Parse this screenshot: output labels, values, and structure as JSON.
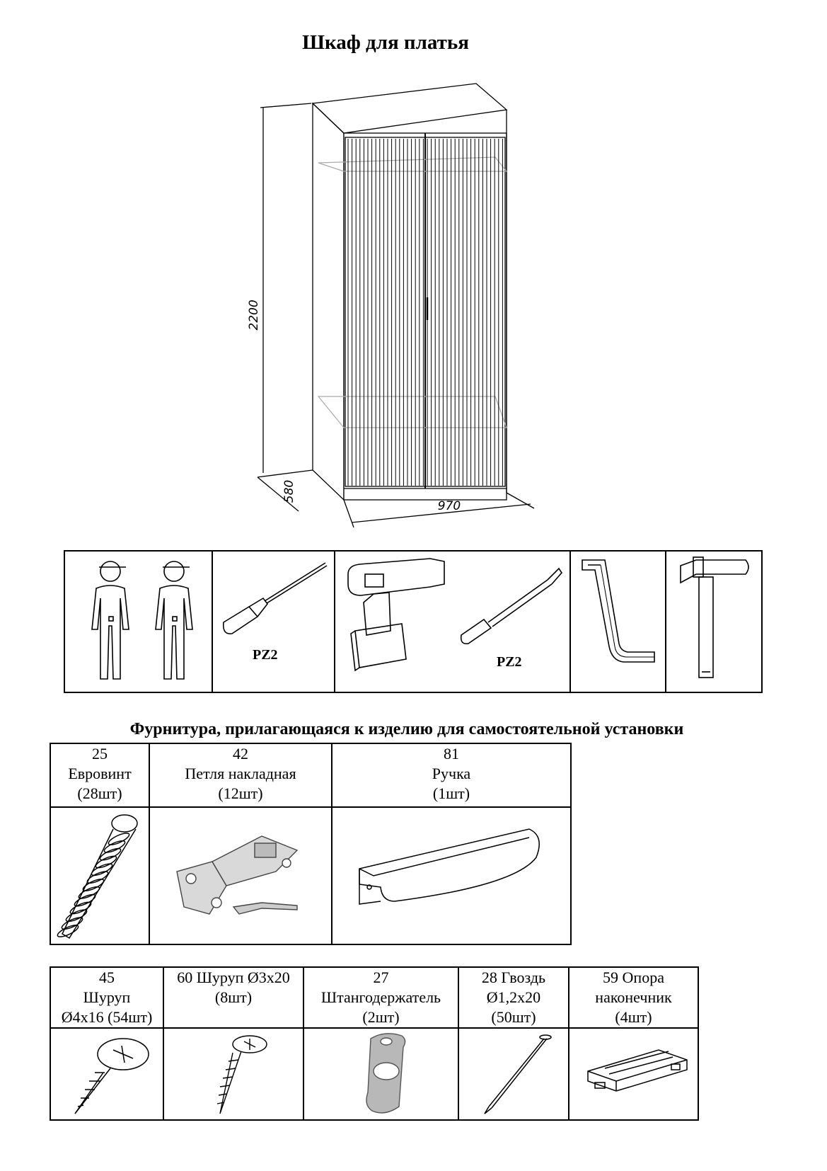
{
  "page": {
    "title": "Шкаф для платья",
    "dimensions": {
      "height": "2200",
      "depth": "580",
      "width": "970"
    }
  },
  "tools": {
    "screwdriver_bit": "PZ2",
    "drill_bit": "PZ2",
    "icons": [
      "two-workers-icon",
      "screwdriver-icon",
      "cordless-drill-icon",
      "drill-bit-icon",
      "hex-key-icon",
      "hammer-icon"
    ]
  },
  "hardware_section": {
    "title": "Фурнитура, прилагающаяся к изделию для самостоятельной установки"
  },
  "hardware_top": [
    {
      "lines": [
        "25",
        "Евровинт",
        "(28шт)"
      ],
      "icon": "eurobolt-icon"
    },
    {
      "lines": [
        "42",
        "Петля накладная",
        "(12шт)"
      ],
      "icon": "hinge-icon"
    },
    {
      "lines": [
        "81",
        "Ручка",
        "(1шт)"
      ],
      "icon": "handle-icon"
    }
  ],
  "hardware_bottom": [
    {
      "lines": [
        "45",
        "Шуруп",
        "Ø4х16 (54шт)"
      ],
      "icon": "wood-screw-icon"
    },
    {
      "lines": [
        "60  Шуруп Ø3х20",
        "(8шт)",
        ""
      ],
      "icon": "small-screw-icon"
    },
    {
      "lines": [
        "27",
        "Штангодержатель",
        "(2шт)"
      ],
      "icon": "rod-holder-icon"
    },
    {
      "lines": [
        "28  Гвоздь",
        "Ø1,2х20",
        "(50шт)"
      ],
      "icon": "nail-icon"
    },
    {
      "lines": [
        "59  Опора",
        "наконечник",
        "(4шт)"
      ],
      "icon": "foot-glide-icon"
    }
  ]
}
